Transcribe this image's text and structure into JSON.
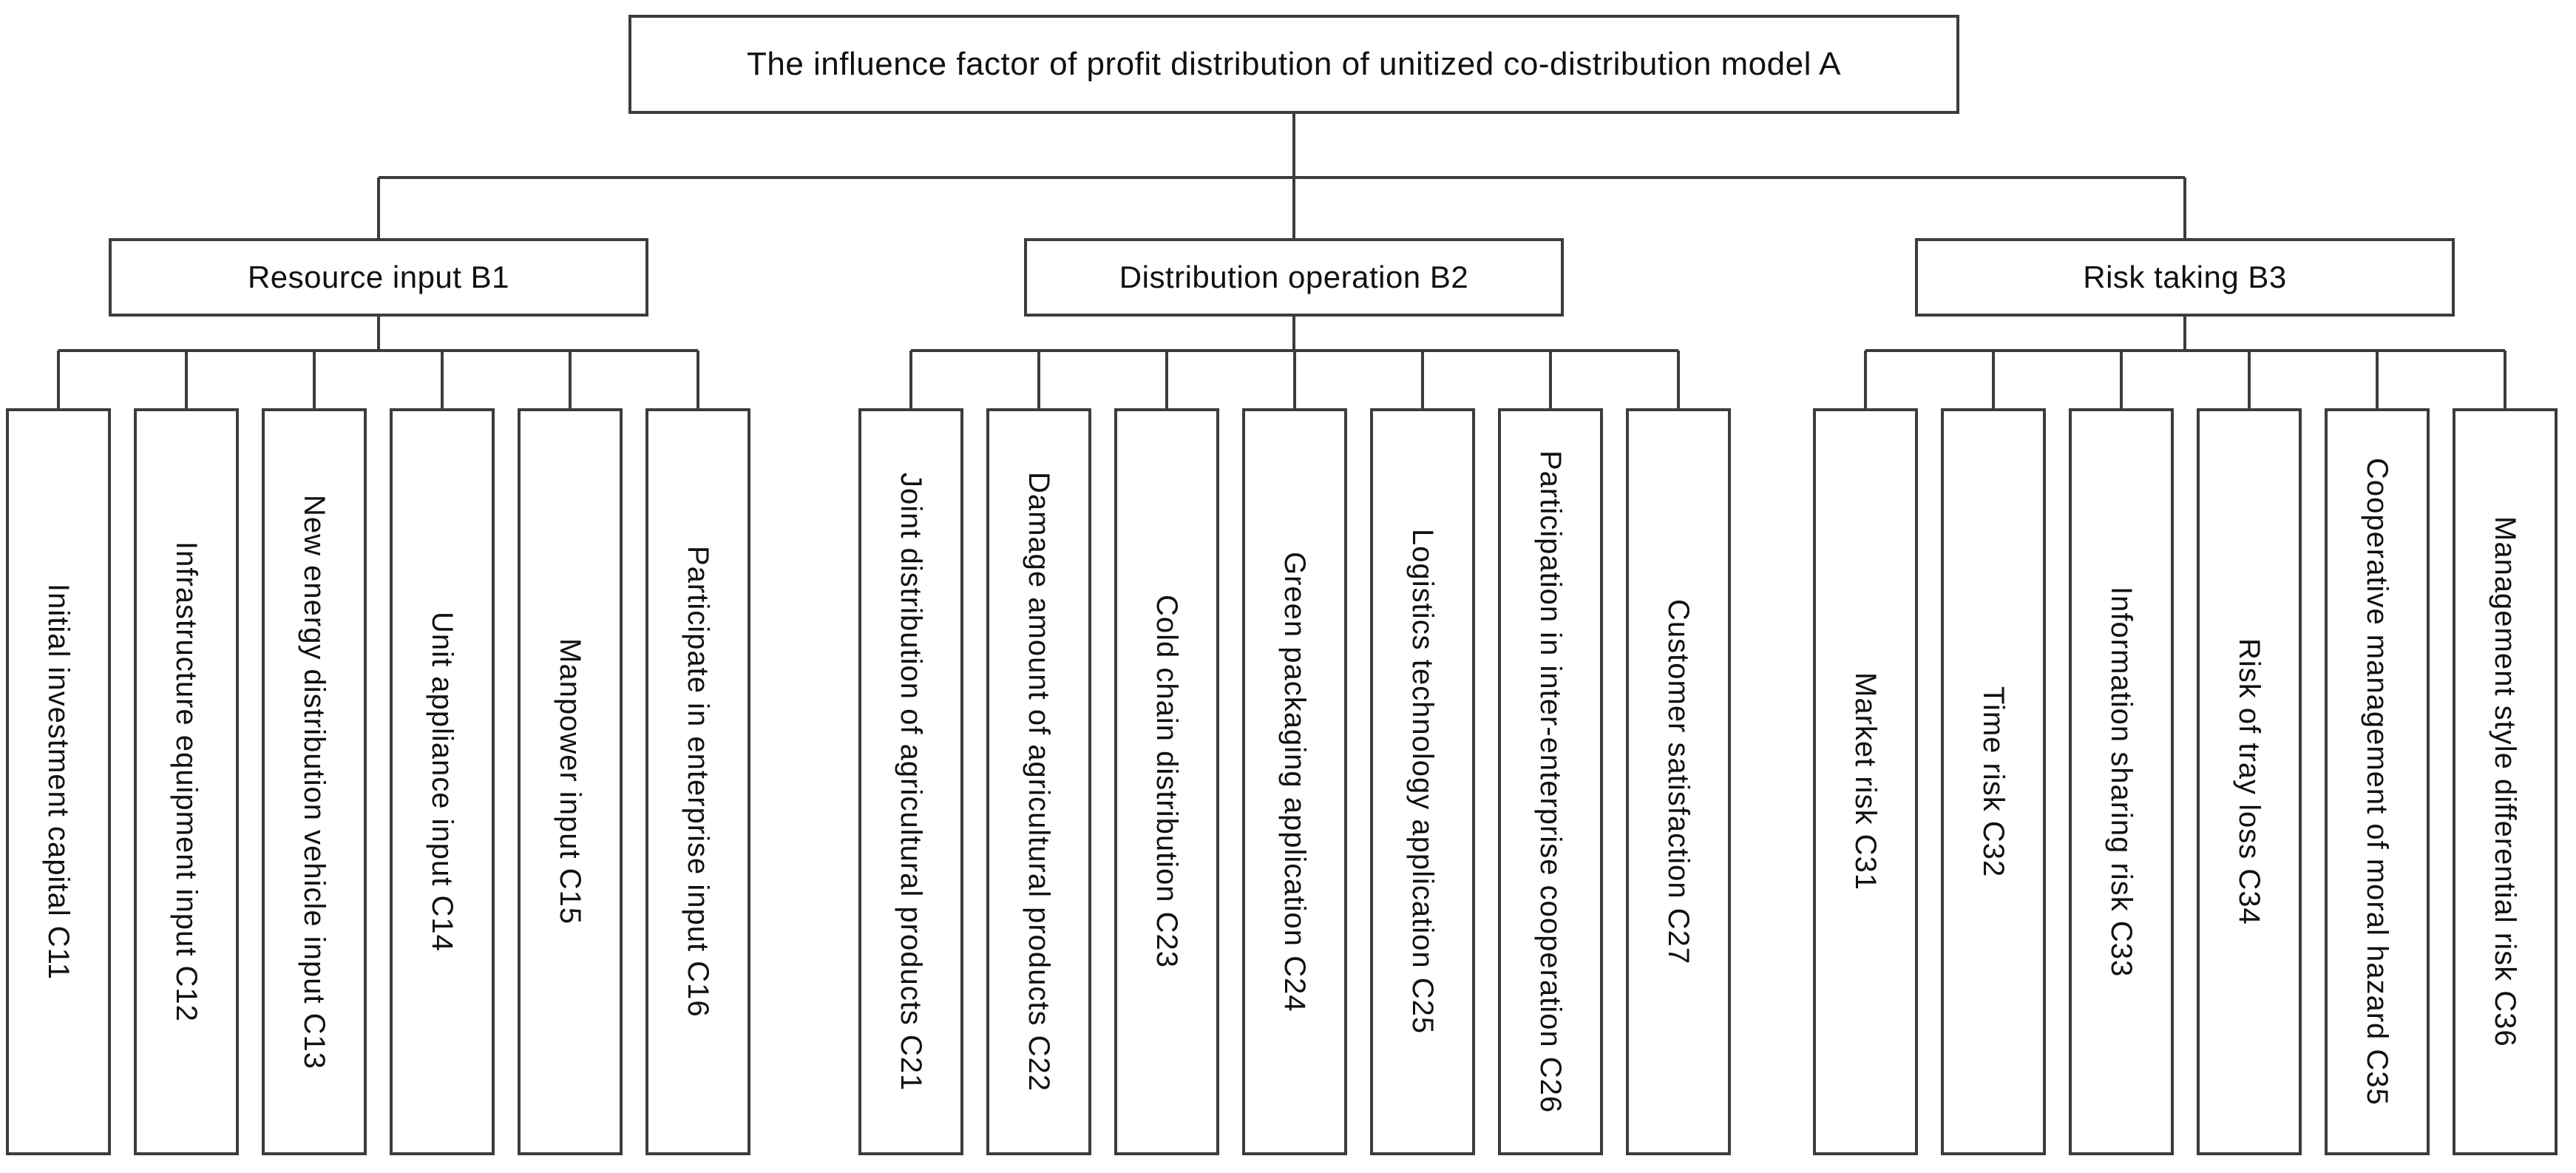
{
  "root": {
    "label": "The influence factor of profit distribution of unitized co-distribution model A"
  },
  "groups": [
    {
      "label": "Resource input B1",
      "leaves": [
        "Initial investment capital C11",
        "Infrastructure equipment input C12",
        "New energy distribution vehicle input C13",
        "Unit appliance input C14",
        "Manpower input C15",
        "Participate in enterprise input C16"
      ]
    },
    {
      "label": "Distribution operation B2",
      "leaves": [
        "Joint distribution of agricultural products C21",
        "Damage amount of agricultural products C22",
        "Cold chain distribution C23",
        "Green packaging application C24",
        "Logistics technology application C25",
        "Participation in inter-enterprise cooperation C26",
        "Customer satisfaction C27"
      ]
    },
    {
      "label": "Risk taking B3",
      "leaves": [
        "Market risk C31",
        "Time risk C32",
        "Information sharing risk C33",
        "Risk of tray loss C34",
        "Cooperative management of moral hazard C35",
        "Management style differential risk C36"
      ]
    }
  ],
  "colors": {
    "border": "#3c3c3c",
    "line": "#3c3c3c",
    "text": "#111111",
    "background": "#ffffff"
  }
}
